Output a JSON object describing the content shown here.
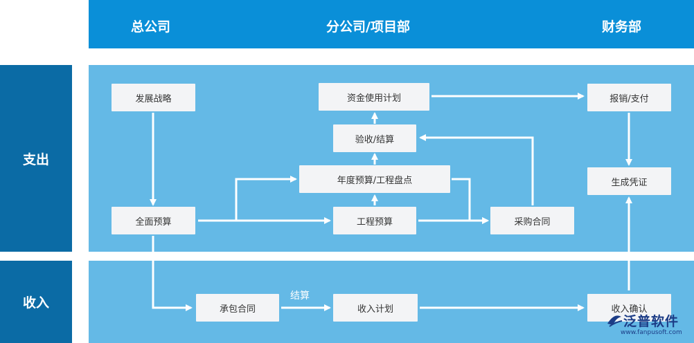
{
  "header": {
    "col_hq": "总公司",
    "col_branch": "分公司/项目部",
    "col_finance": "财务部"
  },
  "rows": {
    "expense": "支出",
    "income": "收入"
  },
  "nodes": {
    "dev_strategy": "发展战略",
    "overall_budget": "全面预算",
    "fund_plan": "资金使用计划",
    "acceptance": "验收/结算",
    "annual_budget": "年度预算/工程盘点",
    "project_budget": "工程预算",
    "purchase_contract": "采购合同",
    "reimburse_pay": "报销/支付",
    "voucher": "生成凭证",
    "subcontract": "承包合同",
    "income_plan": "收入计划",
    "income_confirm": "收入确认"
  },
  "edge_labels": {
    "settlement": "结算"
  },
  "watermark": {
    "name": "泛普软件",
    "url": "www.fanpusoft.com"
  }
}
